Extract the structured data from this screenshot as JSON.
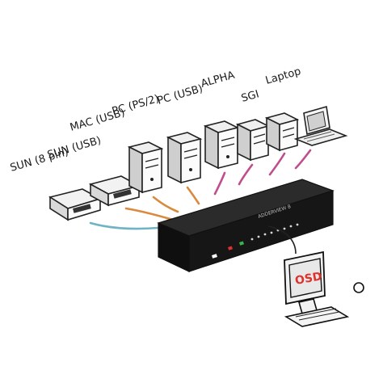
{
  "devices": [
    {
      "id": "sun8",
      "label": "SUN (8 pin)",
      "kind": "box"
    },
    {
      "id": "sunusb",
      "label": "SUN (USB)",
      "kind": "box"
    },
    {
      "id": "mac",
      "label": "MAC (USB)",
      "kind": "tower"
    },
    {
      "id": "pcps2",
      "label": "PC (PS/2)",
      "kind": "tower"
    },
    {
      "id": "pcusb",
      "label": "PC (USB)",
      "kind": "tower"
    },
    {
      "id": "alpha",
      "label": "ALPHA",
      "kind": "tower"
    },
    {
      "id": "sgi",
      "label": "SGI",
      "kind": "tower"
    },
    {
      "id": "laptop",
      "label": "Laptop",
      "kind": "laptop"
    }
  ],
  "switch_brand": "ADDERVIEW 8",
  "monitor_text": "OSD",
  "colors": {
    "teal": "#6fb4c4",
    "orange": "#d98a3c",
    "magenta": "#c04e8c",
    "switch": "#161616",
    "monitor_screen": "#e8e8e8",
    "osd_red": "#e0312d"
  }
}
